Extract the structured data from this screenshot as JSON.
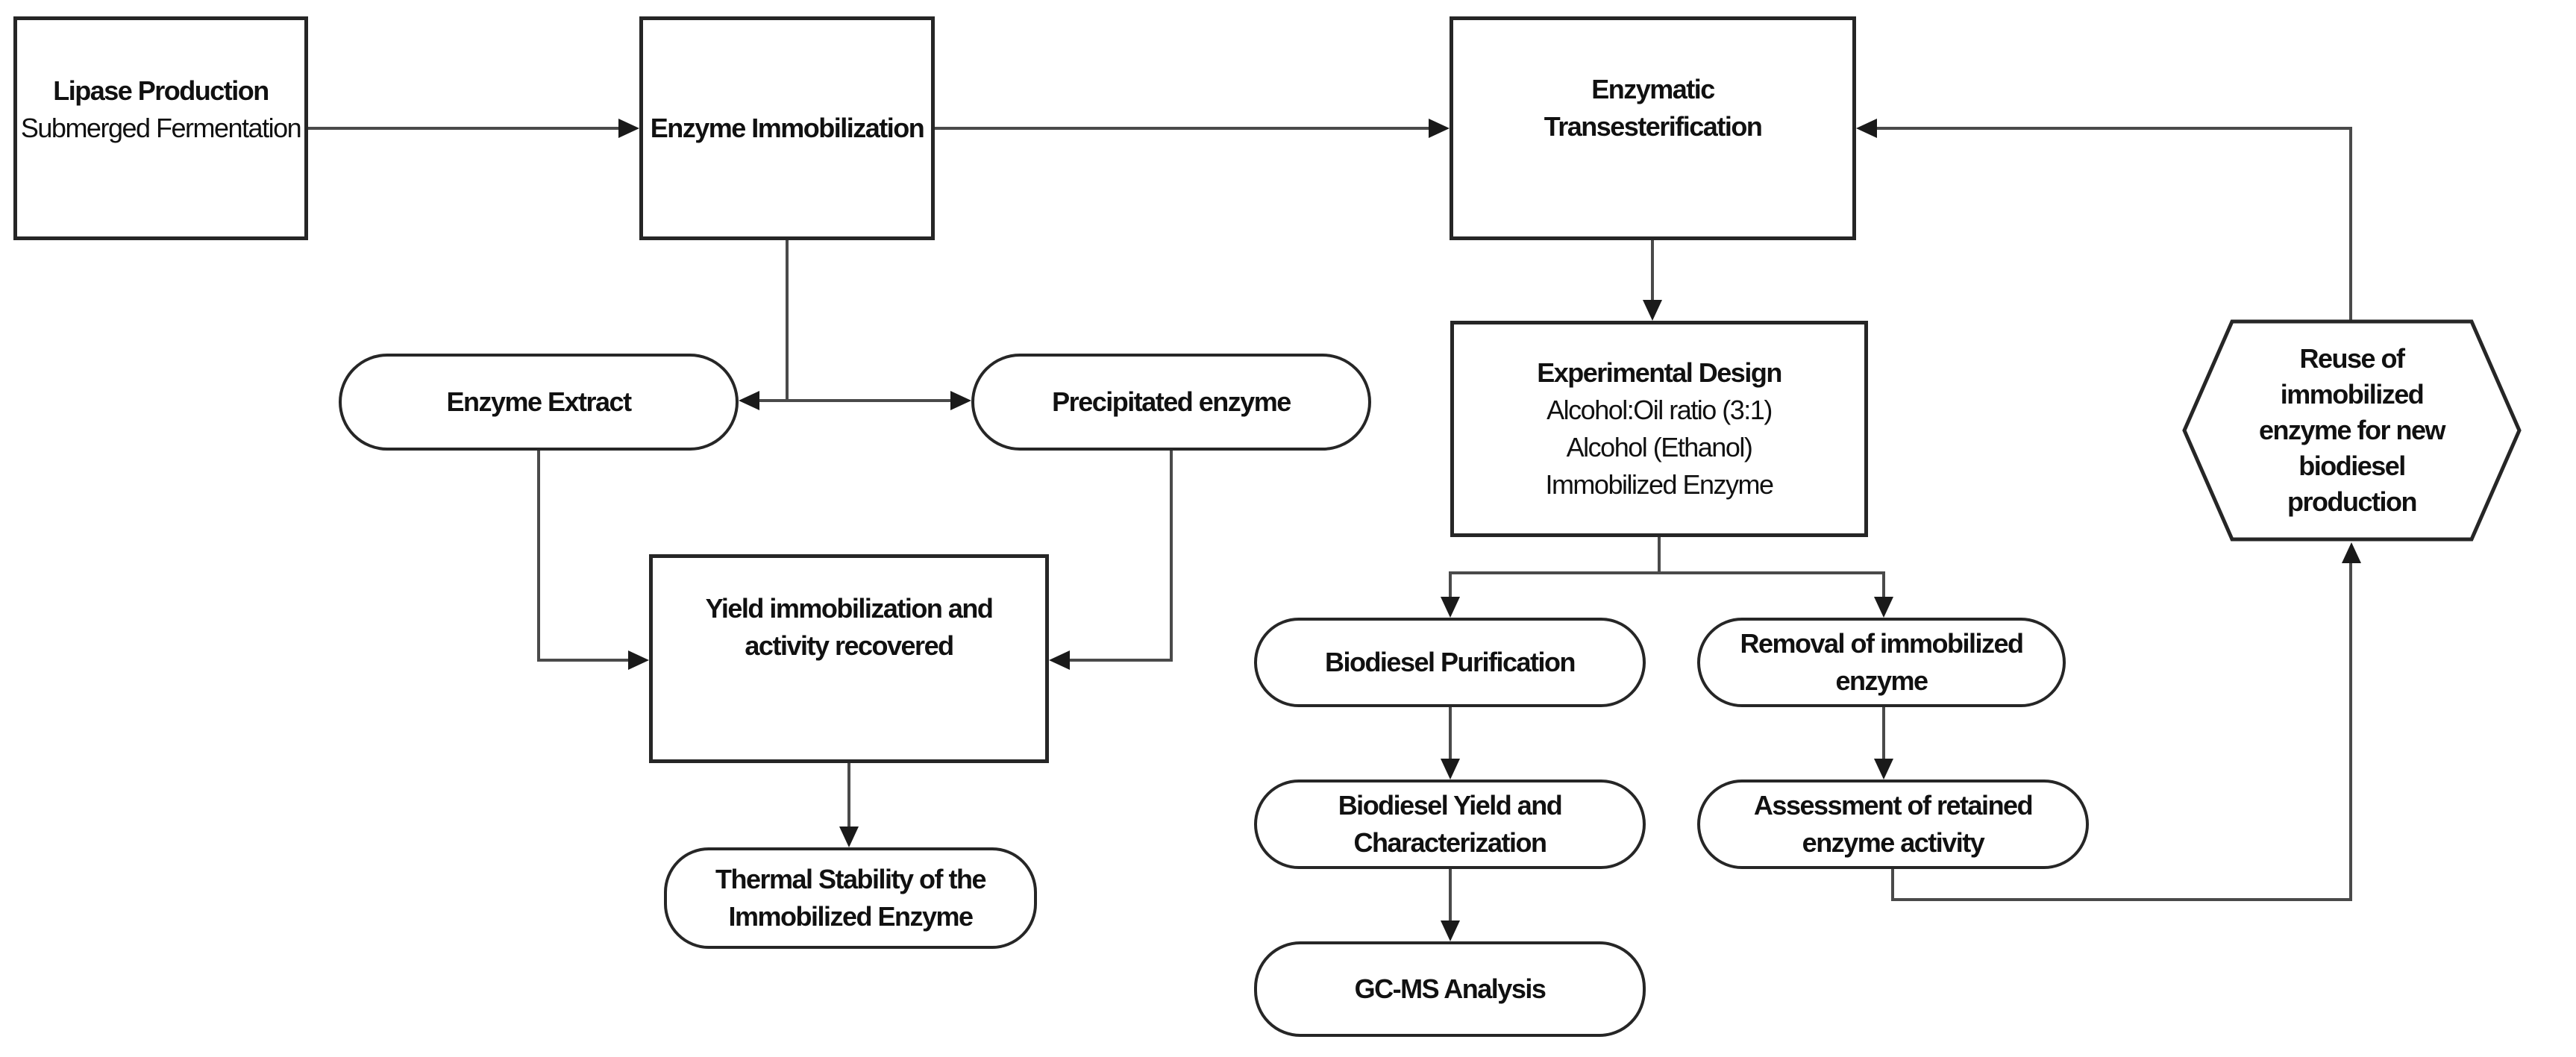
{
  "diagram": {
    "type": "flowchart",
    "topic": "Enzymatic biodiesel production workflow"
  },
  "colors": {
    "background": "#ffffff",
    "shape_border": "#262626",
    "connector_line": "#4a4a4a",
    "arrowhead": "#1a1a1a",
    "text": "#111111"
  },
  "nodes": {
    "lipase": {
      "shape": "rectangle",
      "lines": [
        "Lipase Production",
        "Submerged Fermentation"
      ]
    },
    "immobilization": {
      "shape": "rectangle",
      "label": "Enzyme Immobilization"
    },
    "transesterification": {
      "shape": "rectangle",
      "lines": [
        "Enzymatic",
        "Transesterification"
      ]
    },
    "enzyme_extract": {
      "shape": "stadium",
      "label": "Enzyme Extract"
    },
    "precipitated": {
      "shape": "stadium",
      "label": "Precipitated enzyme"
    },
    "yield_box": {
      "shape": "rectangle",
      "lines": [
        "Yield immobilization and",
        "activity recovered"
      ]
    },
    "thermal": {
      "shape": "stadium",
      "lines": [
        "Thermal Stability of the",
        "Immobilized Enzyme"
      ]
    },
    "experimental": {
      "shape": "rectangle",
      "lines": [
        "Experimental Design",
        "Alcohol:Oil ratio (3:1)",
        "Alcohol (Ethanol)",
        "Immobilized Enzyme"
      ]
    },
    "purification": {
      "shape": "stadium",
      "label": "Biodiesel Purification"
    },
    "removal": {
      "shape": "stadium",
      "lines": [
        "Removal of immobilized",
        "enzyme"
      ]
    },
    "biodiesel_yield": {
      "shape": "stadium",
      "lines": [
        "Biodiesel Yield and",
        "Characterization"
      ]
    },
    "assessment": {
      "shape": "stadium",
      "lines": [
        "Assessment of retained",
        "enzyme activity"
      ]
    },
    "gcms": {
      "shape": "stadium",
      "label": "GC-MS Analysis"
    },
    "reuse": {
      "shape": "hexagon",
      "lines": [
        "Reuse of",
        "immobilized",
        "enzyme for new",
        "biodiesel",
        "production"
      ]
    }
  },
  "edges": [
    "lipase -> immobilization",
    "immobilization -> transesterification",
    "immobilization -> enzyme_extract",
    "immobilization -> precipitated",
    "enzyme_extract -> yield_box",
    "precipitated -> yield_box",
    "yield_box -> thermal",
    "transesterification -> experimental",
    "experimental -> purification",
    "experimental -> removal",
    "purification -> biodiesel_yield",
    "removal -> assessment",
    "biodiesel_yield -> gcms",
    "assessment -> reuse",
    "reuse -> transesterification"
  ]
}
